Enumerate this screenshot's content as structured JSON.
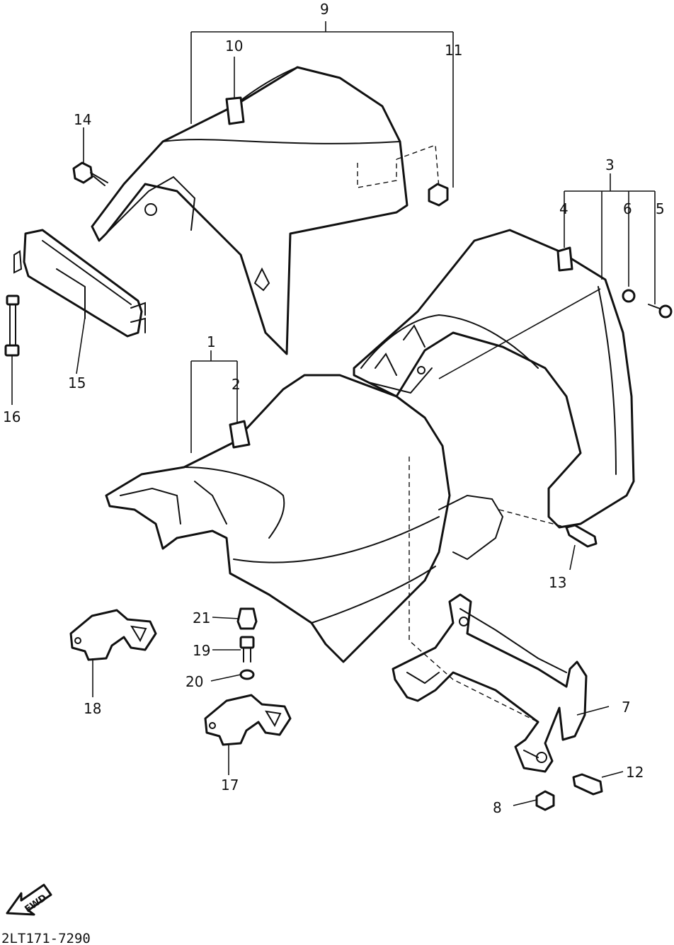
{
  "callouts": {
    "c1": "1",
    "c2": "2",
    "c3": "3",
    "c4": "4",
    "c5": "5",
    "c6": "6",
    "c7": "7",
    "c8": "8",
    "c9": "9",
    "c10": "10",
    "c11": "11",
    "c12": "12",
    "c13": "13",
    "c14": "14",
    "c15": "15",
    "c16": "16",
    "c17": "17",
    "c18": "18",
    "c19": "19",
    "c20": "20",
    "c21": "21"
  },
  "front_arrow_label": "FWD",
  "drawing_code": "2LT171-7290"
}
